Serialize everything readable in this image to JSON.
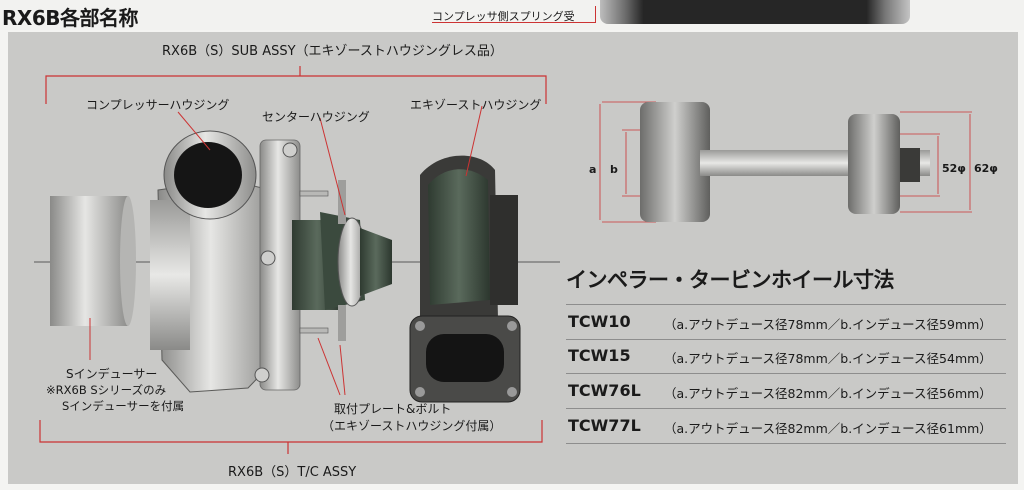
{
  "header": {
    "title": "RX6B各部名称",
    "compressor_spring_label": "コンプレッサ側スプリング受"
  },
  "diagram": {
    "sub_assy_label": "RX6B（S）SUB ASSY（エキゾーストハウジングレス品）",
    "compressor_housing": "コンプレッサーハウジング",
    "center_housing": "センターハウジング",
    "exhaust_housing": "エキゾーストハウジング",
    "inducer_title": "Sインデューサー",
    "inducer_note1": "※RX6B Sシリーズのみ",
    "inducer_note2": "Sインデューサーを付属",
    "plate_bolt1": "取付プレート&ボルト",
    "plate_bolt2": "（エキゾーストハウジング付属）",
    "tc_assy_label": "RX6B（S）T/C ASSY"
  },
  "wheel_diagram": {
    "dim_a": "a",
    "dim_b": "b",
    "dim_52": "52φ",
    "dim_62": "62φ"
  },
  "specs": {
    "title": "インペラー・タービンホイール寸法",
    "rows": [
      {
        "code": "TCW10",
        "desc": "（a.アウトデュース径78mm／b.インデュース径59mm）"
      },
      {
        "code": "TCW15",
        "desc": "（a.アウトデュース径78mm／b.インデュース径54mm）"
      },
      {
        "code": "TCW76L",
        "desc": "（a.アウトデュース径82mm／b.インデュース径56mm）"
      },
      {
        "code": "TCW77L",
        "desc": "（a.アウトデュース径82mm／b.インデュース径61mm）"
      }
    ]
  },
  "colors": {
    "leader_red": "#cc3333",
    "panel_gray": "#c9c9c7",
    "turbine_green": "#3b4a3e"
  }
}
